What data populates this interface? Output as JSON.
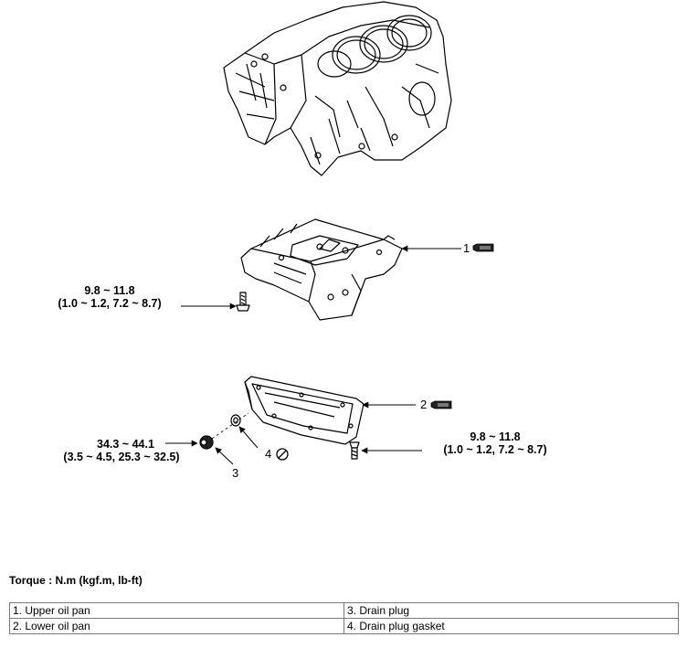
{
  "callouts": {
    "part1_number": "1",
    "part2_number": "2",
    "part3_number": "3",
    "part4_number": "4"
  },
  "torques": {
    "upper_pan_bolt": {
      "value": "9.8 ~ 11.8",
      "conversion": "(1.0 ~ 1.2, 7.2 ~ 8.7)"
    },
    "lower_pan_bolt": {
      "value": "9.8 ~ 11.8",
      "conversion": "(1.0 ~ 1.2, 7.2 ~ 8.7)"
    },
    "drain_plug": {
      "value": "34.3 ~ 44.1",
      "conversion": "(3.5 ~ 4.5, 25.3 ~ 32.5)"
    }
  },
  "icons": {
    "sealant": "sealant-icon",
    "do_not_reuse": "no-reuse-icon"
  },
  "torque_title": "Torque : N.m (kgf.m, lb-ft)",
  "legend": {
    "rows": [
      [
        "1. Upper oil pan",
        "3. Drain plug"
      ],
      [
        "2. Lower oil pan",
        "4. Drain plug gasket"
      ]
    ]
  }
}
